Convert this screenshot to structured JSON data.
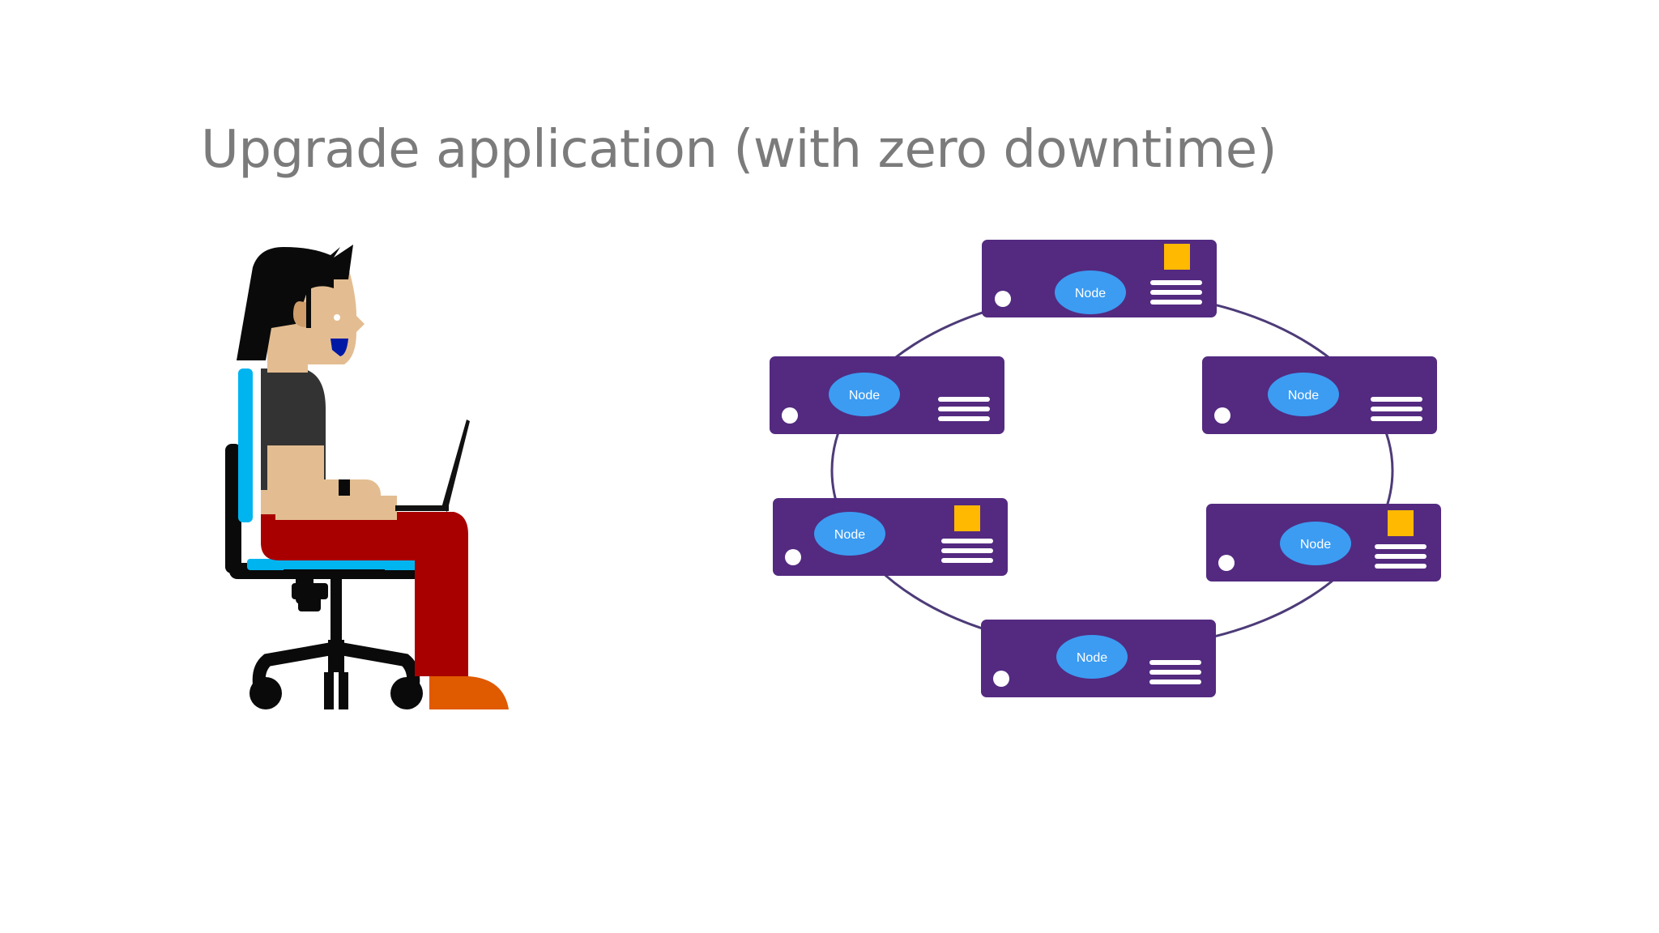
{
  "slide": {
    "title": "Upgrade application (with zero downtime)"
  },
  "cluster": {
    "nodes": [
      {
        "id": "top",
        "label": "Node",
        "upgraded": true
      },
      {
        "id": "upper-left",
        "label": "Node",
        "upgraded": false
      },
      {
        "id": "upper-right",
        "label": "Node",
        "upgraded": false
      },
      {
        "id": "lower-left",
        "label": "Node",
        "upgraded": true
      },
      {
        "id": "lower-right",
        "label": "Node",
        "upgraded": true
      },
      {
        "id": "bottom",
        "label": "Node",
        "upgraded": false
      }
    ]
  },
  "colors": {
    "node_body": "#532a80",
    "node_ellipse": "#3b9cf2",
    "upgrade_badge": "#ffb900",
    "ring": "#4d3b78",
    "title": "#7b7b7b"
  },
  "icons": [
    "developer-illustration",
    "laptop-icon",
    "office-chair-icon",
    "server-node-icon",
    "upgrade-badge-icon"
  ]
}
